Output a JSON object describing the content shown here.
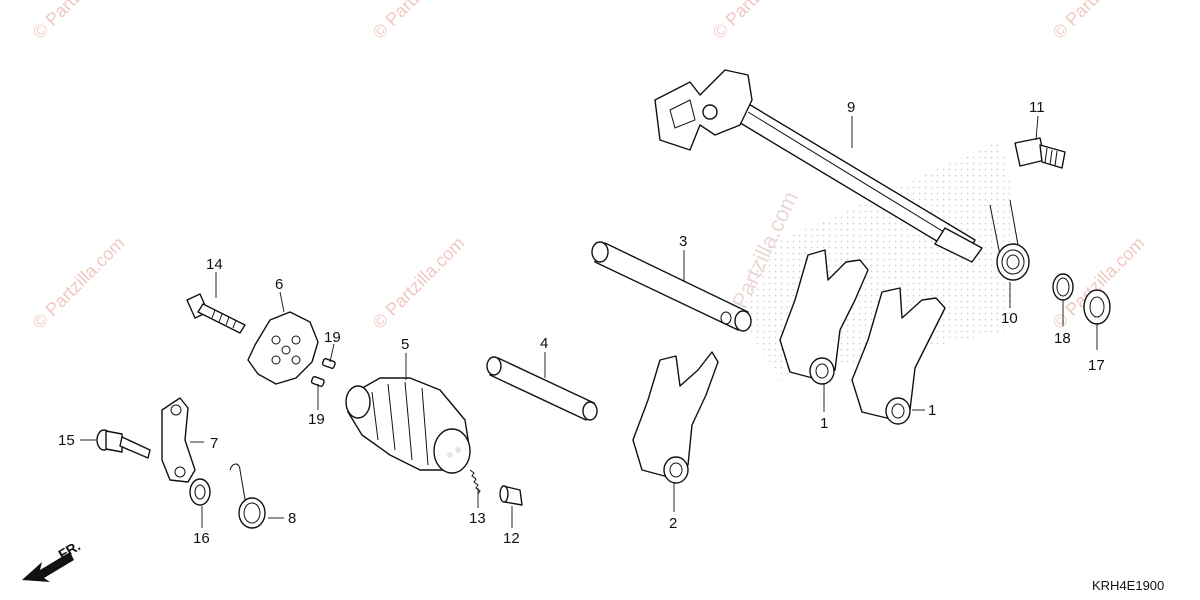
{
  "diagram": {
    "part_numbers": [
      "1",
      "1",
      "2",
      "3",
      "4",
      "5",
      "6",
      "7",
      "8",
      "9",
      "10",
      "11",
      "12",
      "13",
      "14",
      "15",
      "16",
      "17",
      "18",
      "19",
      "19"
    ],
    "diagram_code": "KRH4E1900",
    "direction_label": "FR.",
    "watermark_text": "© Partzilla.com",
    "center_watermark": "Partzilla.com",
    "colors": {
      "line": "#111111",
      "watermark": "#f0c8c2"
    }
  }
}
